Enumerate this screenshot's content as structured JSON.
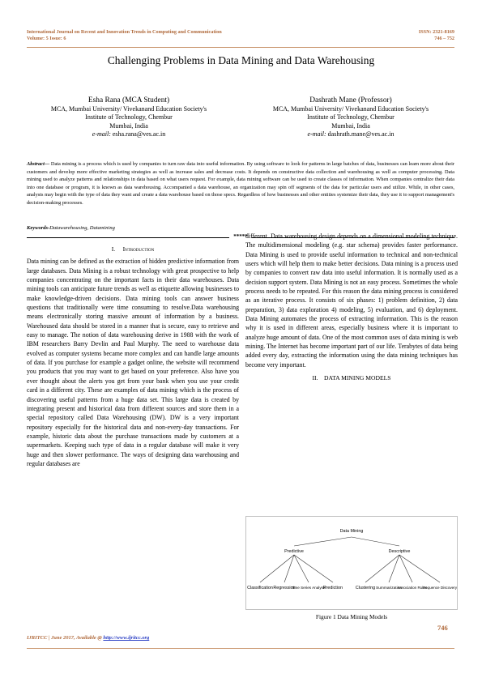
{
  "header": {
    "journal": "International Journal on Recent and Innovation Trends in Computing and Communication",
    "volume": "Volume: 5 Issue: 6",
    "issn": "ISSN: 2321-8169",
    "pages": "746 – 752"
  },
  "title": "Challenging Problems in Data Mining and Data Warehousing",
  "authors": [
    {
      "name": "Esha Rana (MCA Student)",
      "affil1": "MCA, Mumbai University/  Vivekanand Education Society's",
      "affil2": "Institute of Technology, Chembur",
      "city": "Mumbai, India",
      "email_label": "e-mail:",
      "email": "esha.rana@ves.ac.in"
    },
    {
      "name": "Dashrath Mane (Professor)",
      "affil1": "MCA, Mumbai University/  Vivekanand Education Society's",
      "affil2": "Institute of Technology,  Chembur",
      "city": "Mumbai, India",
      "email_label": "e-mail:",
      "email": "dashrath.mane@ves.ac.in"
    }
  ],
  "abstract": {
    "label": "Abstract—",
    "text": " Data mining is a process which is  used by companies to turn raw data into useful information. By using software to look for patterns  in large batches of data, businesses can learn more about their  customers and develop more effective marketing strategies as well  as increase sales and decrease costs. It depends on constructive data collection and warehousing as well as computer  processing. Data mining used to analyze patterns and  relationships  in data  based on what users request. For example, data  mining software can  be used to create classes of information.  When  companies  centralize  their  data  into  one  database  or  program,  it  is  known  as  data  warehousing.  Accompanied  a  data  warehouse, an organization may spin off segments of the data for particular users and utilize. While, in other cases, analysts may begin with the type of data they want and create a data warehouse based on those specs. Regardless of how businesses and other entities systemize their data, they use it to support management's decision-making processes."
  },
  "keywords": {
    "label": "Keywords-",
    "text": "Datawarehousing, Datamining"
  },
  "divider_stars": "*****",
  "section1": {
    "number": "I.",
    "heading": "Introduction"
  },
  "col1_paragraphs": [
    "Data mining can be defined as the extraction of hidden predictive information from large databases. Data Mining is a robust technology with great prospective  to help companies concentrating on the important facts in their data warehouses. Data mining tools can anticipate future trends as well as etiquette allowing businesses to make knowledge-driven decisions. Data mining tools can answer business questions that traditionally were time consuming to resolve.Data warehousing means electronically storing massive amount of information by a business. Warehoused data should be stored in a manner that is secure, easy to retrieve and easy to manage. The notion  of data warehousing derive in 1988 with the work of IBM researchers Barry Devlin and Paul Murphy. The need to warehouse data evolved as computer systems became more complex and can handle large amounts of data. If you purchase for example a gadget online, the website will recommend you products that you may want to get based on your preference. Also have you ever thought about the alerts you get from your bank when you use your credit card in a different city. These are examples of data mining which is the process of discovering useful patterns from a huge data set. This large data is created by integrating present and historical data from different sources and store them in a special repository called Data Warehousing (DW). DW is a very important repository especially for the historical data and non-every-day transactions. For example, historic data about the purchase transactions made by customers at a supermarkets. Keeping such type of data in a regular database will make it very huge and then slower performance. The ways of designing data warehousing and regular databases are"
  ],
  "col2_paragraphs": [
    "different. Data warehousing design depends on a dimensional modeling technique. The multidimensional modeling (e.g. star schema) provides faster performance. Data Mining is used to provide useful information to technical and non-technical users which will help them to make better decisions. Data mining is a process used by companies to convert raw data into useful information. It is normally used as a decision support system. Data Mining is not an easy process. Sometimes the whole process needs to be repeated. For this reason the data mining process is considered as an iterative process. It consists of six phases: 1) problem definition, 2) data preparation, 3) data exploration 4) modeling, 5) evaluation, and 6) deployment. Data Mining automates the process of extracting information. This is the reason why it is used in different areas, especially business where it is important to analyze huge amount of data. One of the most common uses of data mining is web mining. The Internet has become important part of our life. Terabytes of data being added every day, extracting the information using the data mining  techniques  has become very important."
  ],
  "section2": {
    "number": "II.",
    "heading": "DATA MINING MODELS"
  },
  "figure": {
    "root": "Data Mining",
    "branches": [
      {
        "label": "Predictive",
        "children": [
          "Classification",
          "Regression",
          "Time Series Analysis",
          "Prediction"
        ]
      },
      {
        "label": "Descriptive",
        "children": [
          "Clustering",
          "Summarization",
          "Association Rules",
          "Sequence Discovery"
        ]
      }
    ],
    "caption": "Figure 1 Data Mining Models"
  },
  "page_number": "746",
  "footer": {
    "text": "IJRITCC | June 2017, Available @ ",
    "link": "http://www.ijritcc.org"
  }
}
